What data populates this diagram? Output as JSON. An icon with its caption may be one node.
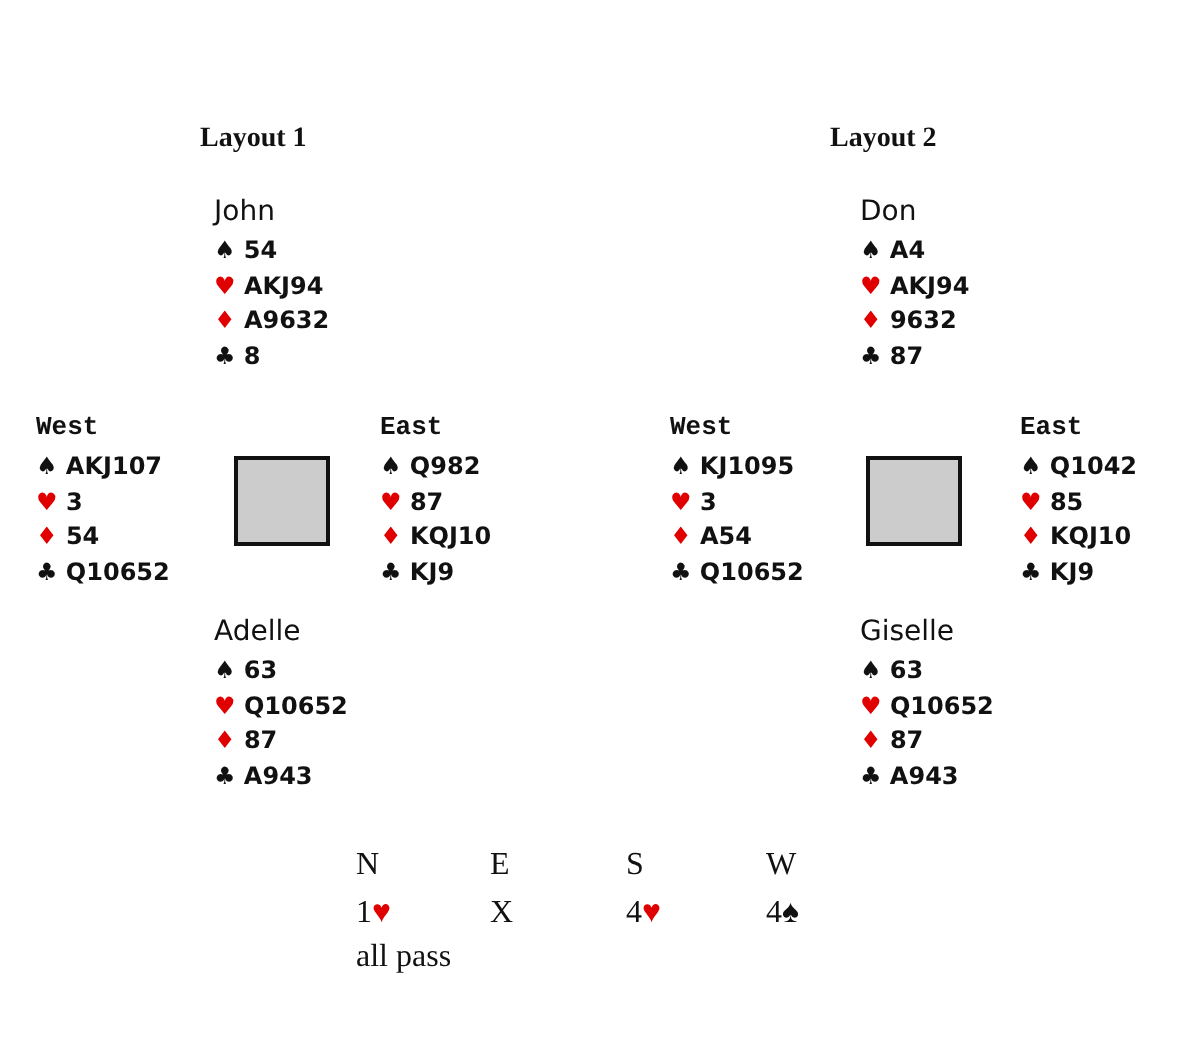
{
  "diagram": {
    "labels": [
      "Layout 1",
      "John",
      "♠ 54",
      "♥ AKJ94",
      "♦ A9632",
      "♣ 8",
      "West",
      "♠ AKJ107",
      "♥ 3",
      "♦ 54",
      "♣ Q10652",
      "East",
      "♠ Q982",
      "♥ 87",
      "♦ KQJ10",
      "♣ KJ9",
      "Adelle",
      "♠ 63",
      "♥ Q10652",
      "♦ 87",
      "♣ A943",
      "Layout 2",
      "Don",
      "♠ A4",
      "♥ AKJ94",
      "♦ 9632",
      "♣ 87",
      "West",
      "♠ KJ1095",
      "♥ 3",
      "♦ A54",
      "♣ Q10652",
      "East",
      "♠ Q1042",
      "♥ 85",
      "♦ KQJ10",
      "♣ KJ9",
      "Giselle",
      "♠ 63",
      "♥ Q10652",
      "♦ 87",
      "♣ A943",
      "N",
      "E",
      "S",
      "W",
      "1♥",
      "X",
      "4♥",
      "4♠",
      "all pass"
    ]
  }
}
